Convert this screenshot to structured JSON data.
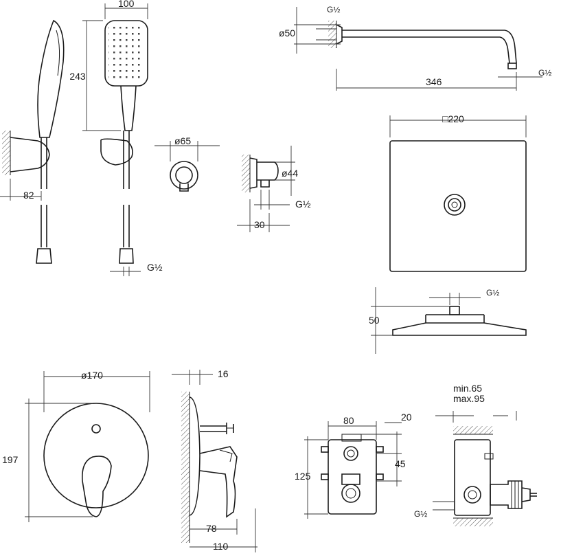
{
  "labels": {
    "handshower_width": "100",
    "handshower_height": "243",
    "holder_projection": "82",
    "handshower_thread": "G½",
    "outlet_rosette_dia": "ø65",
    "outlet_dia": "ø44",
    "outlet_thread": "G½",
    "outlet_depth": "30",
    "arm_dia": "ø50",
    "arm_inlet_thread": "G½",
    "arm_length": "346",
    "arm_outlet_thread": "G½",
    "head_size": "□220",
    "head_thread": "G½",
    "head_height": "50",
    "plate_dia": "ø170",
    "plate_height": "197",
    "plate_thickness": "16",
    "lever_projection": "78",
    "total_projection": "110",
    "box_width": "80",
    "box_offset": "20",
    "box_height": "125",
    "box_outlet": "45",
    "install_depth_min": "min.65",
    "install_depth_max": "max.95",
    "body_thread": "G½"
  }
}
